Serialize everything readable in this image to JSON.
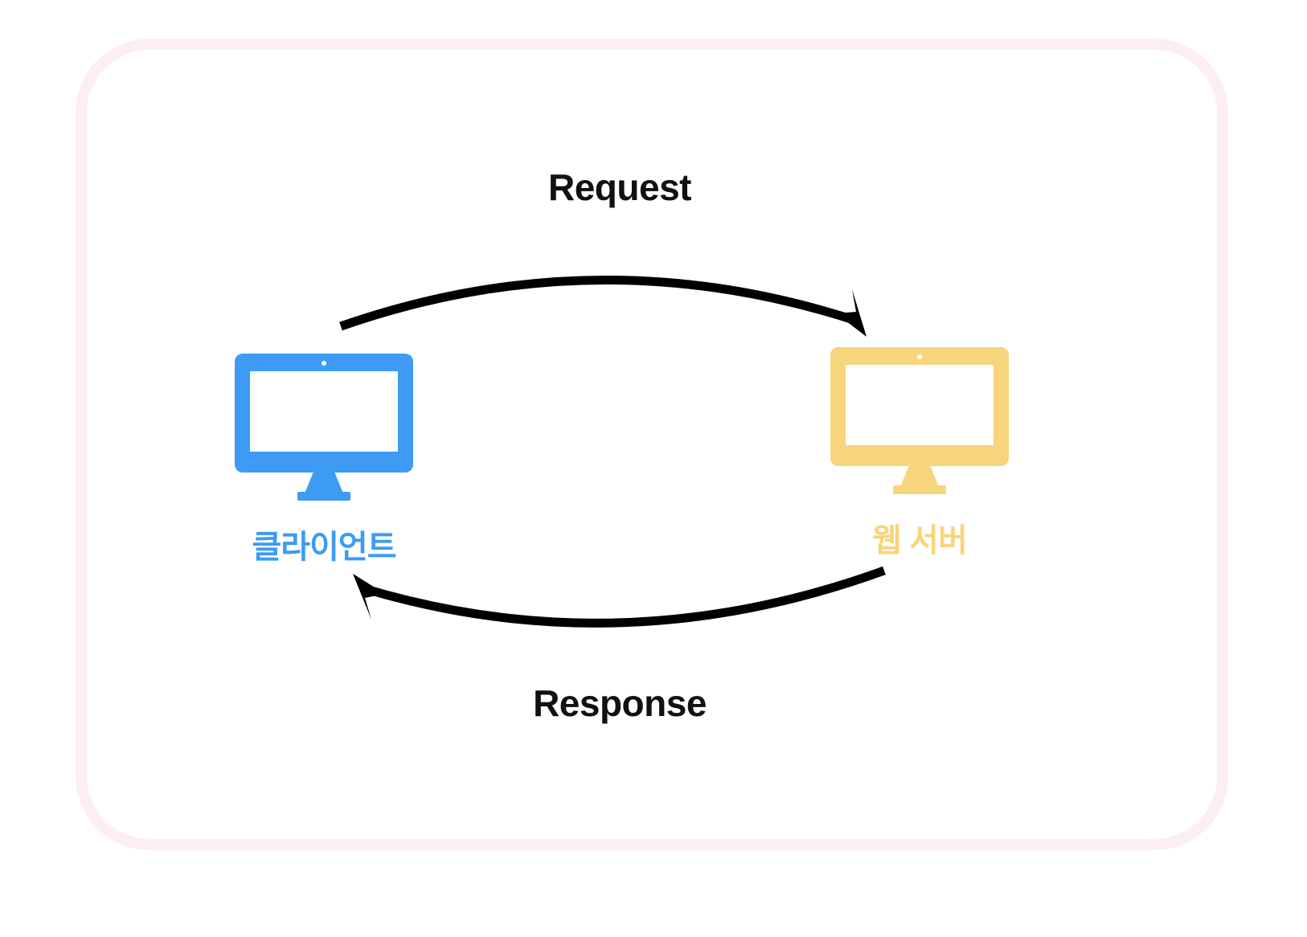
{
  "diagram": {
    "title": "Client Web Server Request Response",
    "frame": {
      "border_color": "#fceef4",
      "background": "#ffffff"
    },
    "flows": [
      {
        "id": "request",
        "label": "Request",
        "direction": "client-to-server",
        "color": "#111111"
      },
      {
        "id": "response",
        "label": "Response",
        "direction": "server-to-client",
        "color": "#111111"
      }
    ],
    "nodes": [
      {
        "id": "client",
        "label": "클라이언트",
        "color": "#3d9bf5",
        "icon": "monitor-icon"
      },
      {
        "id": "server",
        "label": "웹 서버",
        "color": "#f7d57c",
        "icon": "monitor-icon"
      }
    ]
  }
}
